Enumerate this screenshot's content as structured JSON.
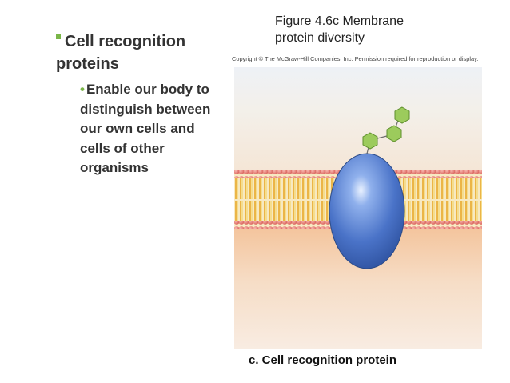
{
  "slide": {
    "heading": "Cell recognition proteins",
    "subpoint": "Enable our body to distinguish between our own cells and cells of other organisms"
  },
  "figure": {
    "title_line1": "Figure 4.6c Membrane",
    "title_line2": "protein diversity",
    "copyright": "Copyright © The McGraw-Hill Companies, Inc. Permission required for reproduction or display.",
    "caption": "c. Cell recognition protein"
  },
  "colors": {
    "bullet": "#7ab648",
    "protein": "#4a73c8",
    "carbohydrate": "#9ccb5c",
    "phospholipid_head": "#e8807a",
    "phospholipid_tail": "#f0c850"
  }
}
